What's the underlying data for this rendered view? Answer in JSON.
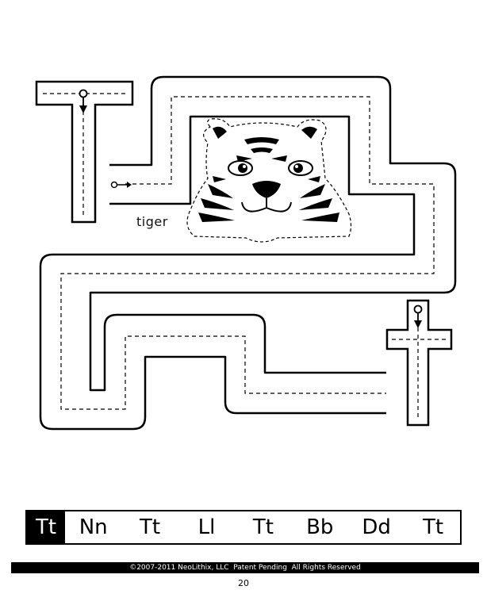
{
  "maze": {
    "word": "tiger"
  },
  "letter_strip": {
    "highlighted": "Tt",
    "letters": [
      "Nn",
      "Tt",
      "Ll",
      "Tt",
      "Bb",
      "Dd",
      "Tt"
    ]
  },
  "footer": {
    "copyright": "©2007-2011 NeoLithix, LLC  Patent Pending  All Rights Reserved",
    "page_number": "20"
  }
}
